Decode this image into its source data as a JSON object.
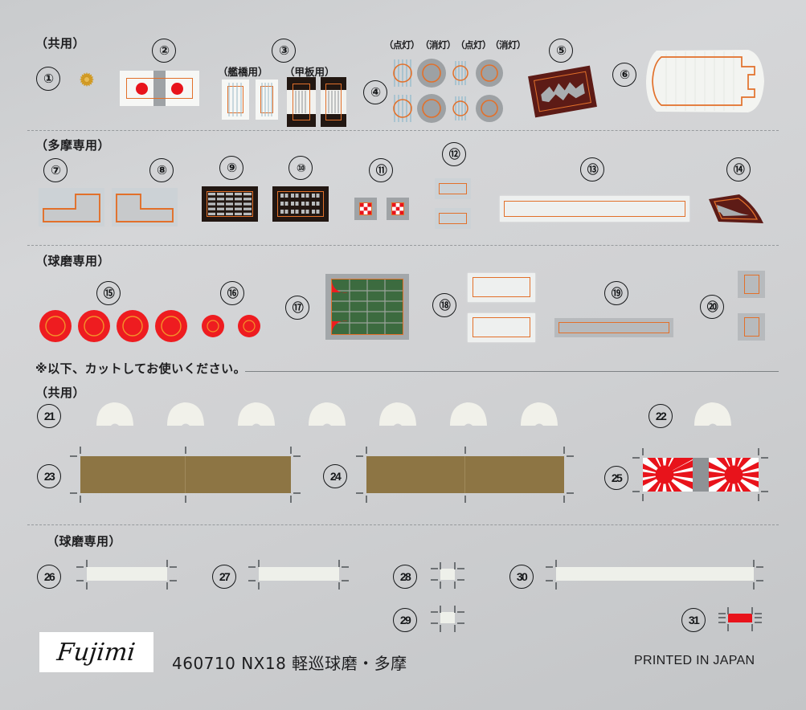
{
  "sheet": {
    "title": "Fujimi NX18 decal sheet 460710",
    "background_color": "#d0d1d3",
    "accent_color": "#e2702a",
    "red_color": "#e8131b",
    "brown_color": "#8d7544",
    "dark_color": "#221712",
    "green_color": "#3c6b3f"
  },
  "group_labels": {
    "common_top": "（共用）",
    "tama_only": "（多摩専用）",
    "kuma_only": "（球磨専用）",
    "cut_notice": "※以下、カットしてお使いください。",
    "common_cut": "（共用）",
    "kuma_only_bottom": "（球磨専用）"
  },
  "sublabels": {
    "bridge_use": "（艦橋用）",
    "deck_use": "（甲板用）",
    "lit_1": "（点灯）",
    "unlit_1": "（消灯）",
    "lit_2": "（点灯）",
    "unlit_2": "（消灯）"
  },
  "numbers": {
    "n1": "①",
    "n2": "②",
    "n3": "③",
    "n4": "④",
    "n5": "⑤",
    "n6": "⑥",
    "n7": "⑦",
    "n8": "⑧",
    "n9": "⑨",
    "n10": "⑩",
    "n11": "⑪",
    "n12": "⑫",
    "n13": "⑬",
    "n14": "⑭",
    "n15": "⑮",
    "n16": "⑯",
    "n17": "⑰",
    "n18": "⑱",
    "n19": "⑲",
    "n20": "⑳",
    "n21": "21",
    "n22": "22",
    "n23": "23",
    "n24": "24",
    "n25": "25",
    "n26": "26",
    "n27": "27",
    "n28": "28",
    "n29": "29",
    "n30": "30",
    "n31": "31"
  },
  "footer": {
    "brand": "Fujimi",
    "product_code": "460710 NX18 軽巡球磨・多摩",
    "printed": "PRINTED IN JAPAN"
  }
}
